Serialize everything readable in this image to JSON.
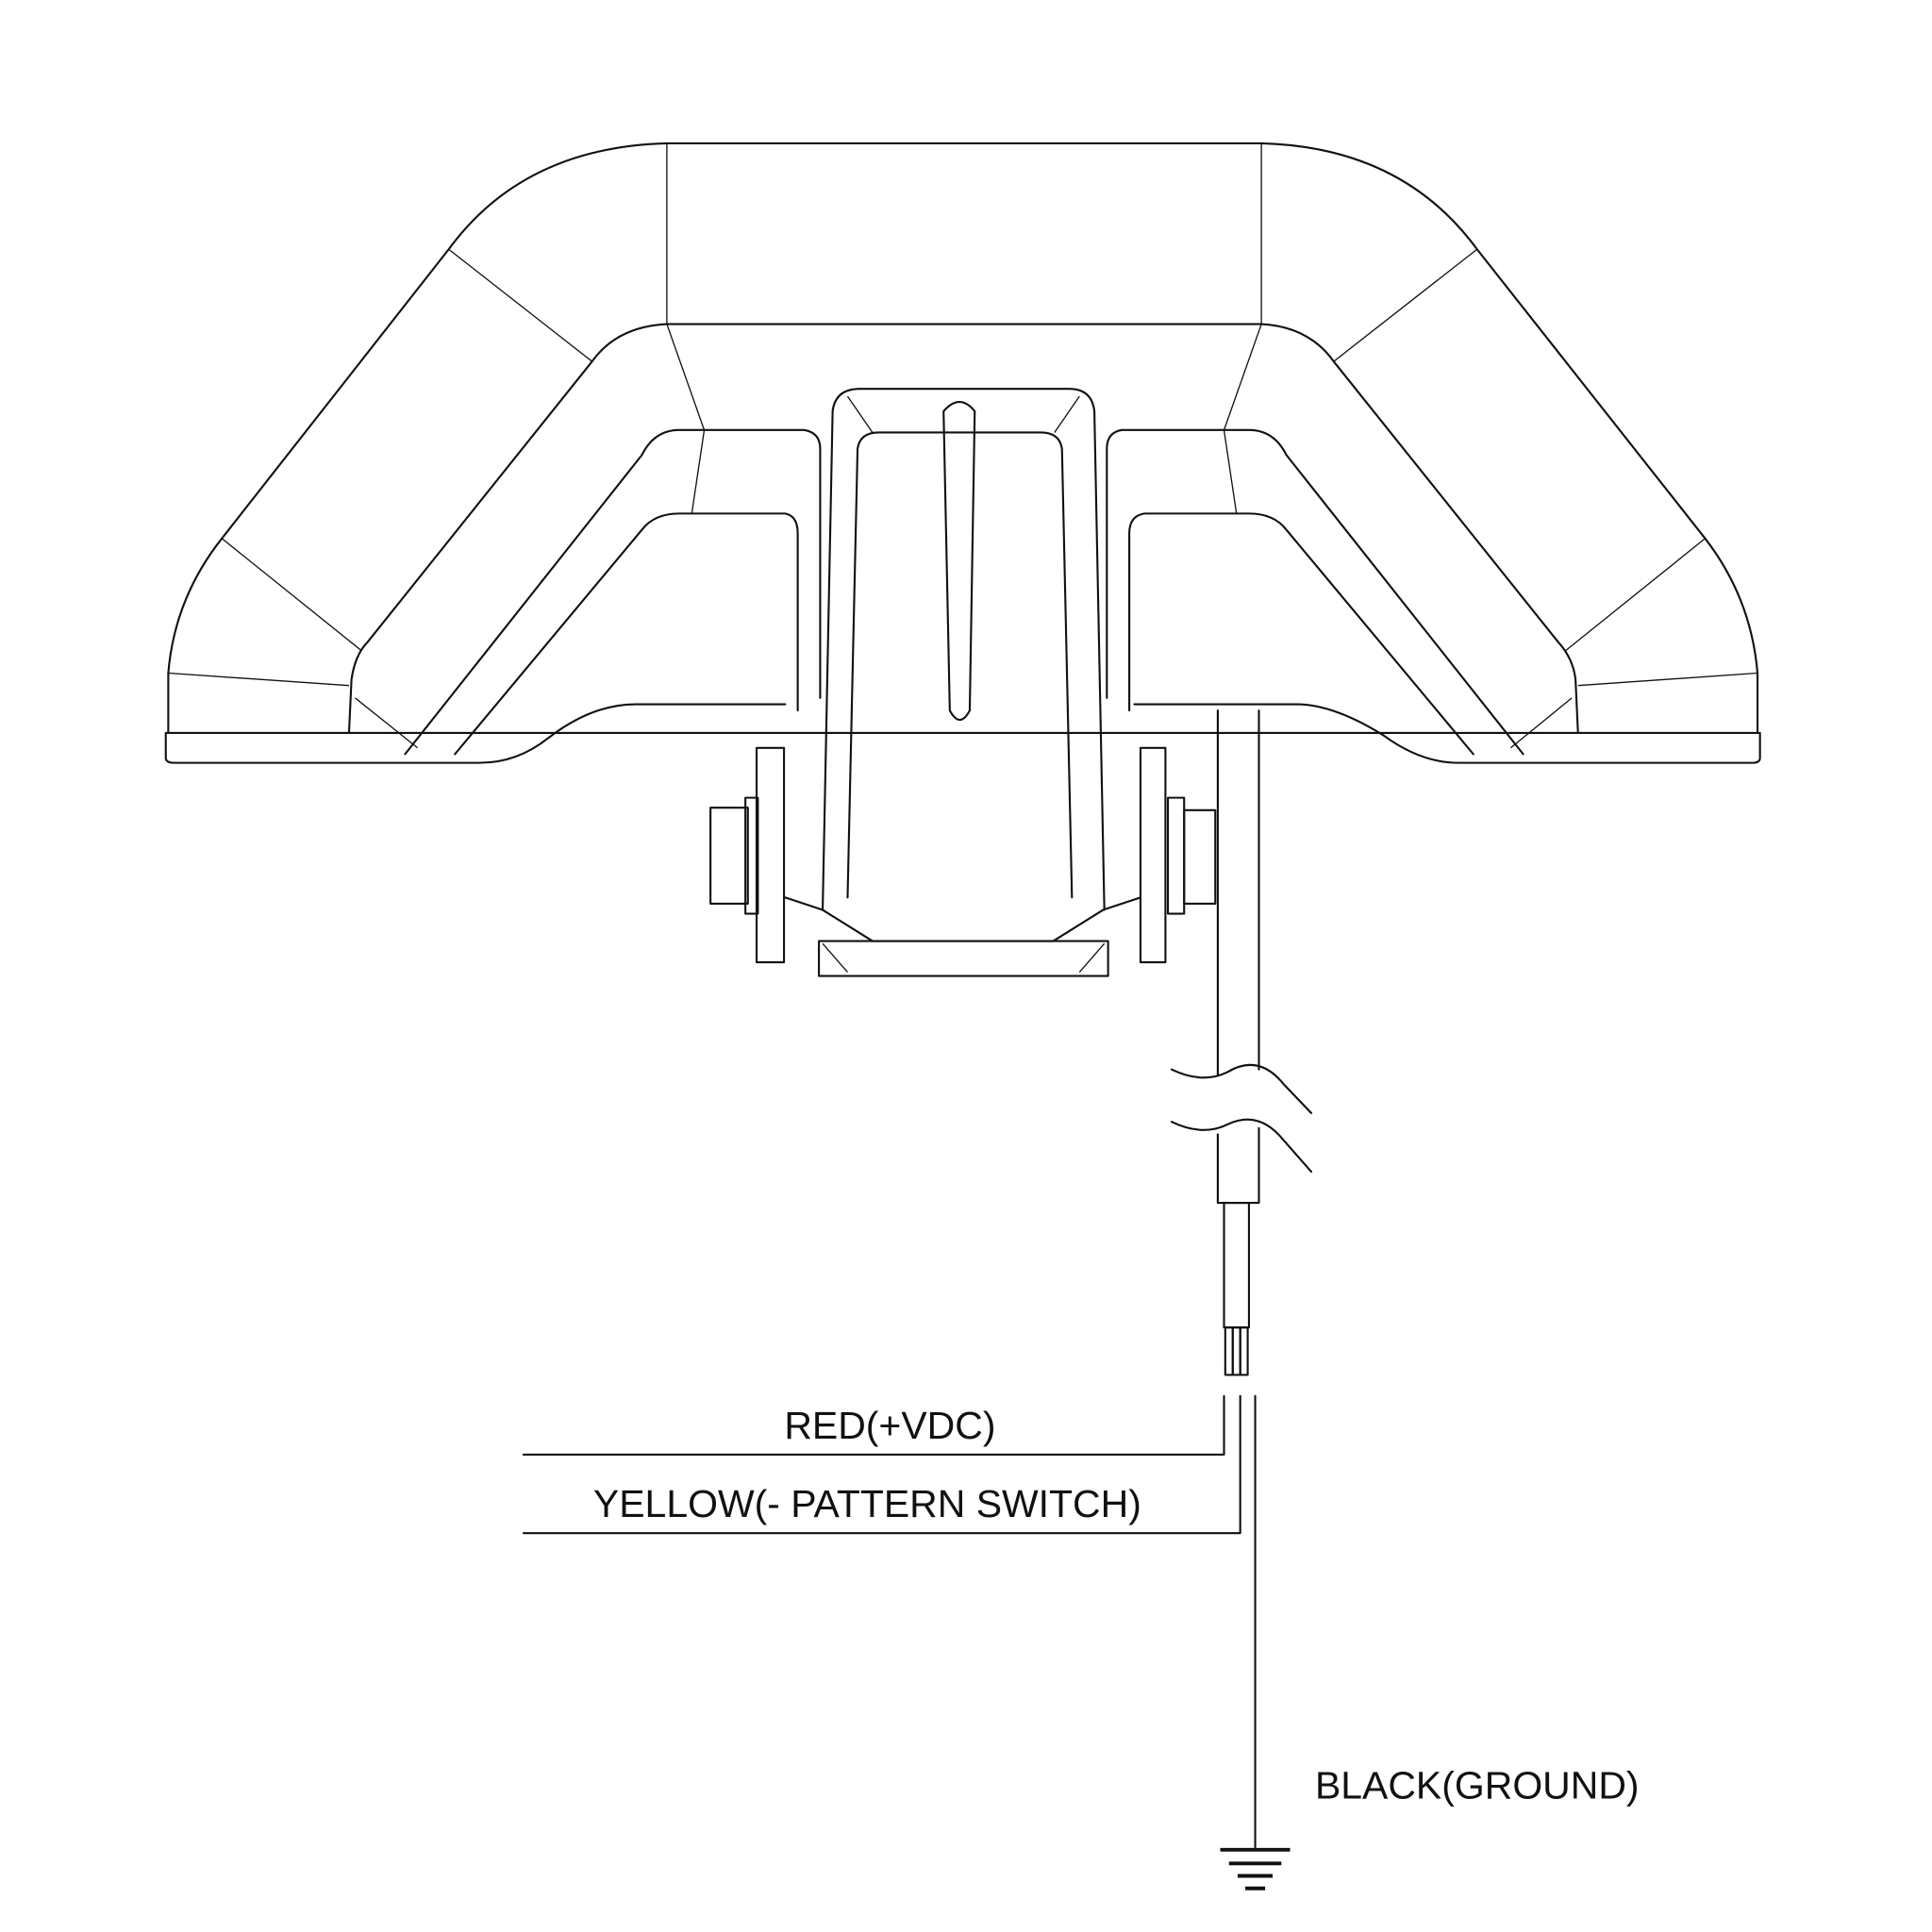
{
  "diagram": {
    "title": "Light bar wiring diagram",
    "wires": [
      {
        "label": "RED(+VDC)",
        "color": "#d00000"
      },
      {
        "label": "YELLOW(- PATTERN SWITCH)",
        "color": "#e0c000"
      },
      {
        "label": "BLACK(GROUND)",
        "color": "#000000"
      }
    ],
    "ground_symbol": "ground-icon"
  }
}
